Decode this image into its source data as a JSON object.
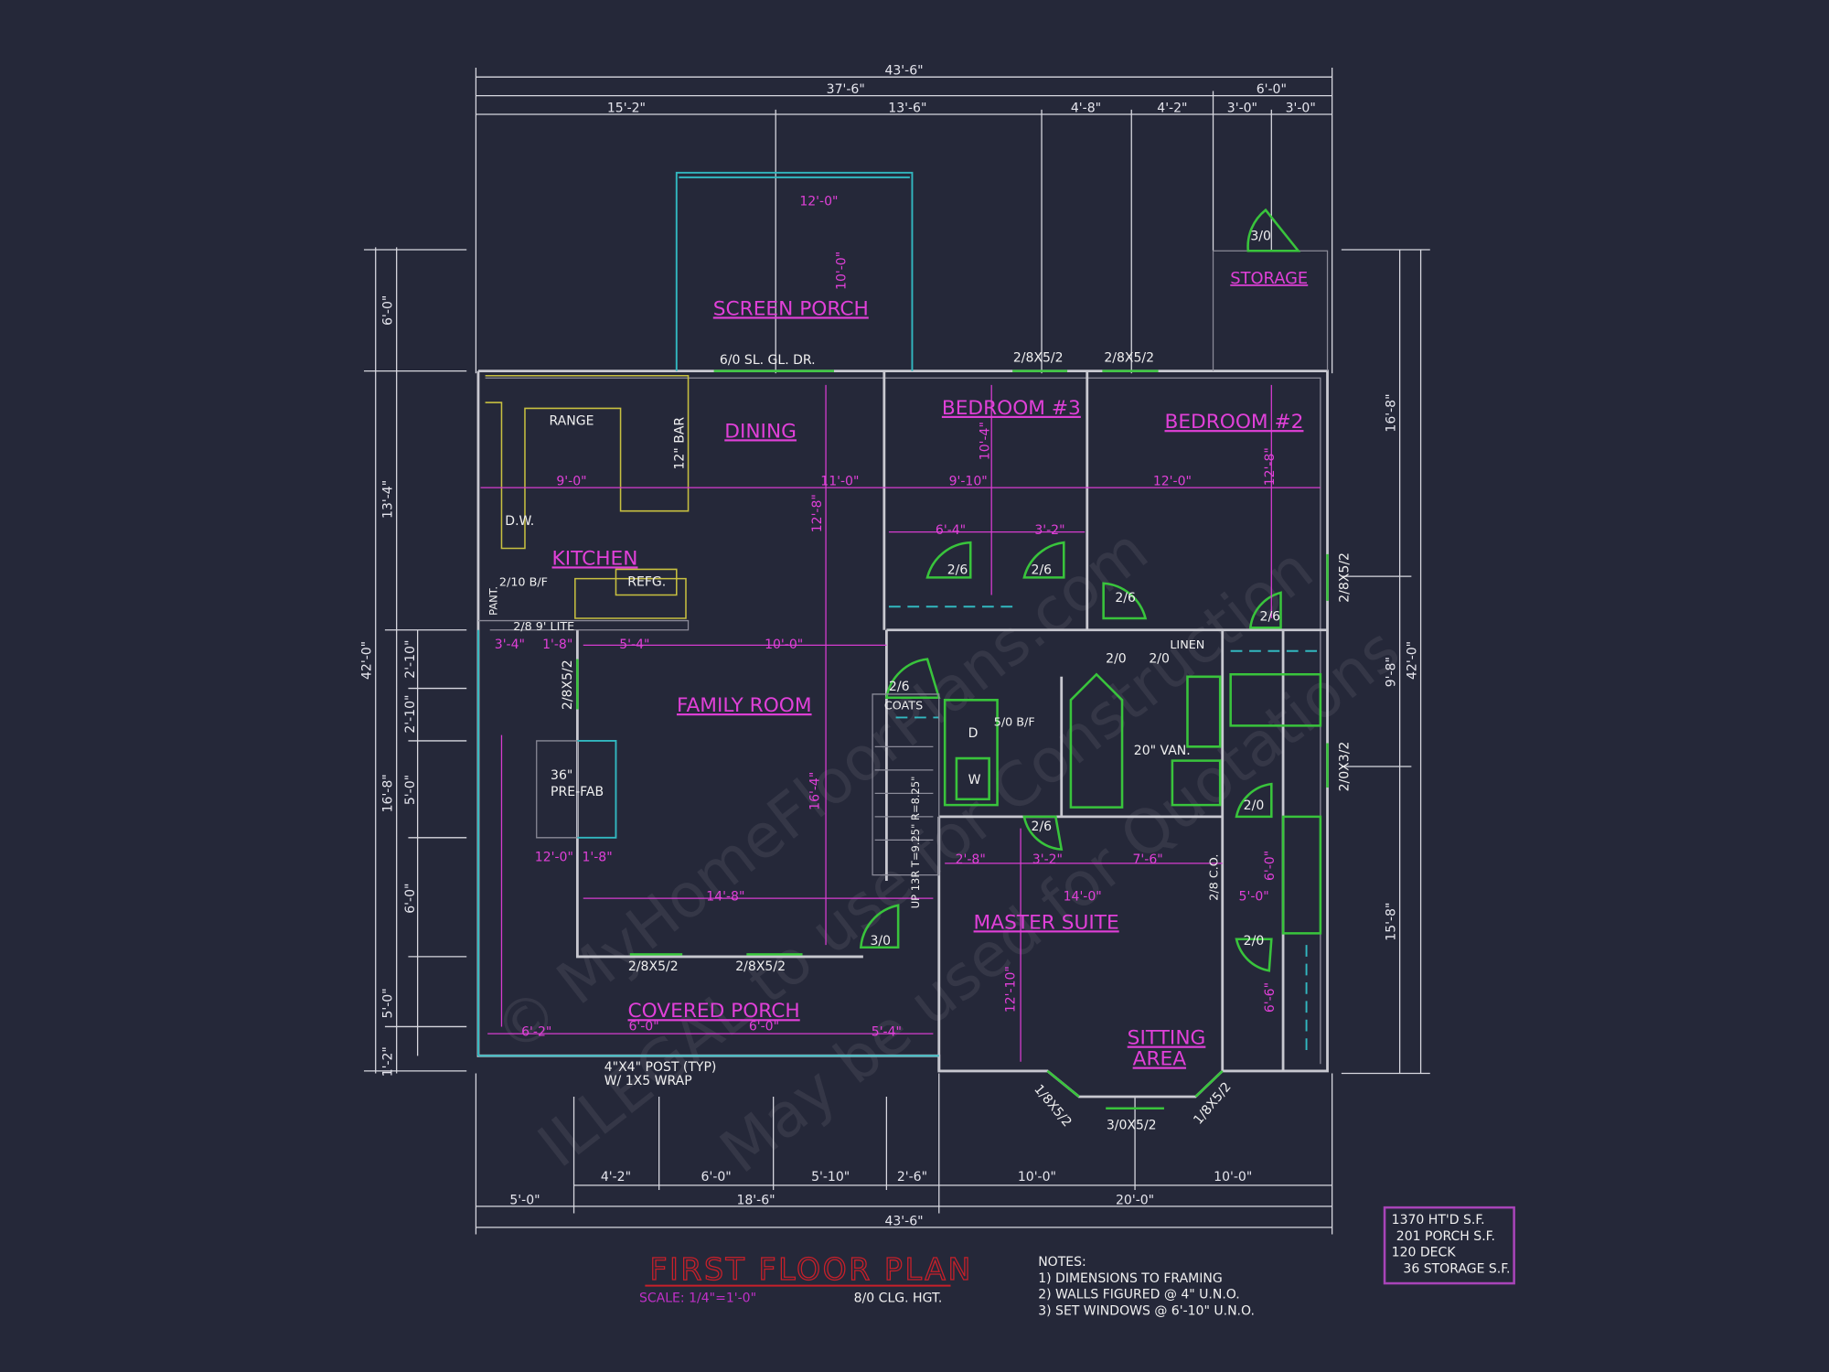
{
  "title": "FIRST FLOOR PLAN",
  "scale": "SCALE: 1/4\"=1'-0\"",
  "ceiling": "8/0 CLG. HGT.",
  "notes": {
    "heading": "NOTES:",
    "items": [
      "1) DIMENSIONS TO FRAMING",
      "2) WALLS FIGURED @ 4\" U.N.O.",
      "3) SET WINDOWS @ 6'-10\" U.N.O."
    ]
  },
  "area_box": [
    "1370 HT'D S.F.",
    "201 PORCH S.F.",
    "120 DECK",
    "36 STORAGE S.F."
  ],
  "watermark": [
    "© MyHomeFloorPlans.com",
    "ILLEGAL to use for Construction",
    "May be used for Quotations"
  ],
  "rooms": {
    "screen_porch": "SCREEN PORCH",
    "dining": "DINING",
    "bedroom3": "BEDROOM #3",
    "bedroom2": "BEDROOM #2",
    "storage": "STORAGE",
    "kitchen": "KITCHEN",
    "family": "FAMILY ROOM",
    "master": "MASTER SUITE",
    "sitting1": "SITTING",
    "sitting2": "AREA",
    "porch": "COVERED PORCH"
  },
  "top_dims": {
    "overall": "43'-6\"",
    "main": "37'-6\"",
    "storage": "6'-0\"",
    "segments": [
      "15'-2\"",
      "13'-6\"",
      "4'-8\"",
      "4'-2\"",
      "3'-0\"",
      "3'-0\""
    ]
  },
  "bottom_dims": {
    "overall": "43'-6\"",
    "row2": [
      "5'-0\"",
      "18'-6\"",
      "20'-0\""
    ],
    "row1": [
      "4'-2\"",
      "6'-0\"",
      "5'-10\"",
      "2'-6\"",
      "10'-0\"",
      "10'-0\""
    ]
  },
  "left_dims": {
    "overall": "42'-0\"",
    "outer": [
      "6'-0\"",
      "13'-4\"",
      "16'-8\"",
      "5'-0\"",
      "1'-2\""
    ],
    "inner": [
      "2'-10\"",
      "2'-10\"",
      "5'-0\"",
      "6'-0\""
    ]
  },
  "right_dims": {
    "overall": "42'-0\"",
    "outer": [
      "16'-8\"",
      "9'-8\"",
      "15'-8\""
    ]
  },
  "room_dims": [
    "12'-0\"",
    "10'-0\"",
    "9'-0\"",
    "11'-0\"",
    "9'-10\"",
    "12'-0\"",
    "12'-8\"",
    "10'-4\"",
    "12'-8\"",
    "10'-0\"",
    "16'-4\"",
    "14'-8\"",
    "14'-0\"",
    "12'-10\"",
    "6'-4\"",
    "3'-2\"",
    "5'-4\"",
    "3'-4\"",
    "1'-8\"",
    "12'-0\"",
    "1'-8\"",
    "6'-2\"",
    "6'-0\"",
    "6'-0\"",
    "5'-4\"",
    "2'-8\"",
    "3'-2\"",
    "7'-6\"",
    "5'-0\"",
    "6'-0\"",
    "6'-6\""
  ],
  "labels": {
    "range": "RANGE",
    "bar": "12\" BAR",
    "dw": "D.W.",
    "refg": "REFG.",
    "pant": "PANT.",
    "bif": "2/10 B/F",
    "lite": "2/8 9' LITE",
    "prefab1": "36\"",
    "prefab2": "PRE-FAB",
    "coats": "COATS",
    "linen": "LINEN",
    "van": "20\" VAN.",
    "d": "D",
    "w": "W",
    "bf5": "5/0 B/F",
    "stairs": "UP 13R T=9.25\" R=8.25\"",
    "post1": "4\"X4\" POST (TYP)",
    "post2": "W/ 1X5 WRAP",
    "co": "2/8 C.O."
  },
  "windows": [
    "6/0 SL. GL. DR.",
    "2/8X5/2",
    "2/8X5/2",
    "2/8X5/2",
    "2/8X5/2",
    "2/8X5/2",
    "2/8X5/2",
    "2/0X3/2",
    "1/8X5/2",
    "3/0X5/2",
    "1/8X5/2"
  ],
  "doors": [
    "3/0",
    "2/6",
    "2/6",
    "2/6",
    "2/6",
    "2/0",
    "2/0",
    "2/6",
    "2/0",
    "2/6",
    "2/0",
    "3/0"
  ],
  "colors": {
    "background": "#252839",
    "walls": "#c8c8d0",
    "rooms": "#e040d8",
    "windows": "#39c43c",
    "title": "#c8202a"
  }
}
